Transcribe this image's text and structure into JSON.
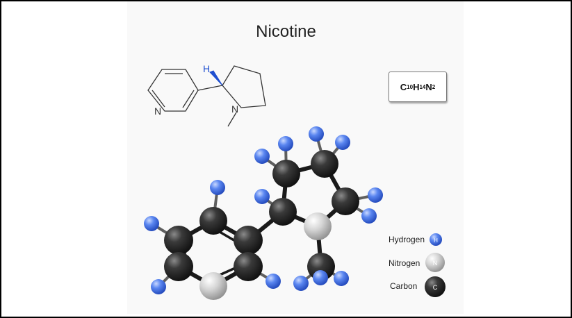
{
  "title": "Nicotine",
  "formula": {
    "parts": [
      {
        "el": "C",
        "n": "10"
      },
      {
        "el": "H",
        "n": "14"
      },
      {
        "el": "N",
        "n": "2"
      }
    ]
  },
  "structure": {
    "n_pyridine": "N",
    "n_pyrrolidine": "N",
    "h_stereo": "H"
  },
  "legend": [
    {
      "label": "Hydrogen",
      "symbol": "H",
      "color": "#3b6fe6"
    },
    {
      "label": "Nitrogen",
      "symbol": "N",
      "color": "#cccccc"
    },
    {
      "label": "Carbon",
      "symbol": "C",
      "color": "#2c2c2c"
    }
  ],
  "colors": {
    "hydrogen": "#3b6fe6",
    "nitrogen": "#cccccc",
    "carbon": "#2c2c2c",
    "stereo_bond": "#1f4fd0"
  }
}
